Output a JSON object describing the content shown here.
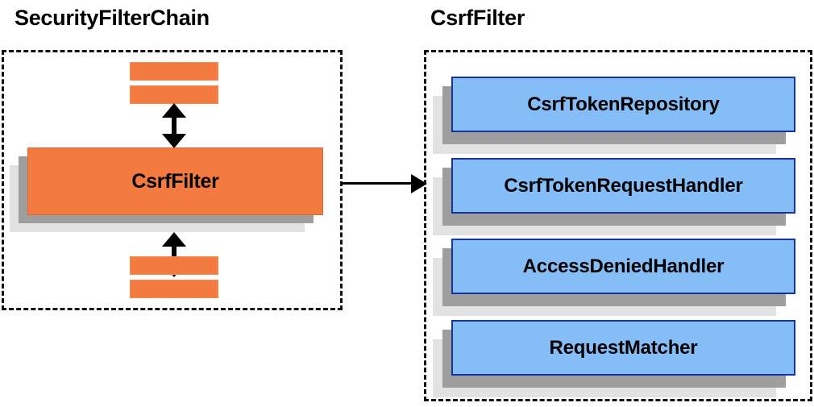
{
  "diagram": {
    "type": "component-collaboration-diagram",
    "background_color": "#ffffff"
  },
  "left_panel": {
    "title": "SecurityFilterChain",
    "border_style": "dashed",
    "border_color": "#111111",
    "focus_node": {
      "label": "CsrfFilter",
      "fill_color": "#f47b3f",
      "shadow_colors": [
        "#9e9e9e",
        "#e2e2e2"
      ]
    },
    "stub_filters": {
      "count_above": 2,
      "count_below": 2,
      "fill_color": "#f47b3f"
    },
    "arrows": {
      "above_label": "",
      "below_label": "",
      "style": "double-headed-vertical",
      "color": "#000000"
    }
  },
  "connector": {
    "from": "CsrfFilter",
    "to": "CsrfFilter",
    "style": "single-headed-horizontal",
    "color": "#000000"
  },
  "right_panel": {
    "title": "CsrfFilter",
    "border_style": "dashed",
    "border_color": "#111111",
    "node_fill_color": "#85bdf7",
    "node_border_color": "#19339e",
    "shadow_colors": [
      "#9e9e9e",
      "#e2e2e2"
    ],
    "collaborators": [
      {
        "label": "CsrfTokenRepository"
      },
      {
        "label": "CsrfTokenRequestHandler"
      },
      {
        "label": "AccessDeniedHandler"
      },
      {
        "label": "RequestMatcher"
      }
    ]
  }
}
